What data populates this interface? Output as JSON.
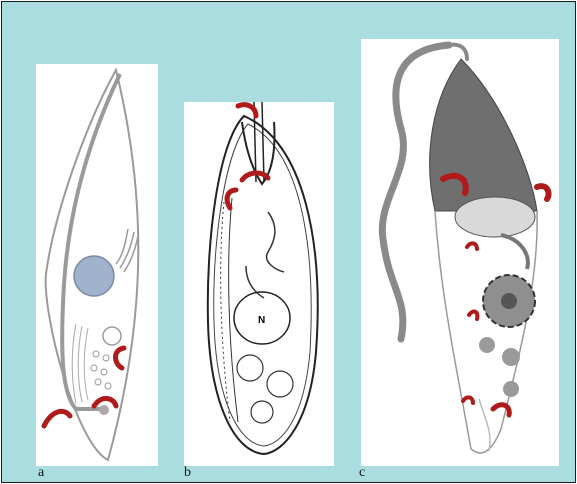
{
  "figure": {
    "panels": [
      {
        "id": "a",
        "label": "a"
      },
      {
        "id": "b",
        "label": "b",
        "nucleus_label": "N"
      },
      {
        "id": "c",
        "label": "c"
      }
    ]
  },
  "colors": {
    "background": "#a9dde0",
    "panel": "#ffffff",
    "arrow": "#b01a1a",
    "nucleus_a": "#9fb3cc",
    "flagellum_c": "#8a8a8a"
  }
}
